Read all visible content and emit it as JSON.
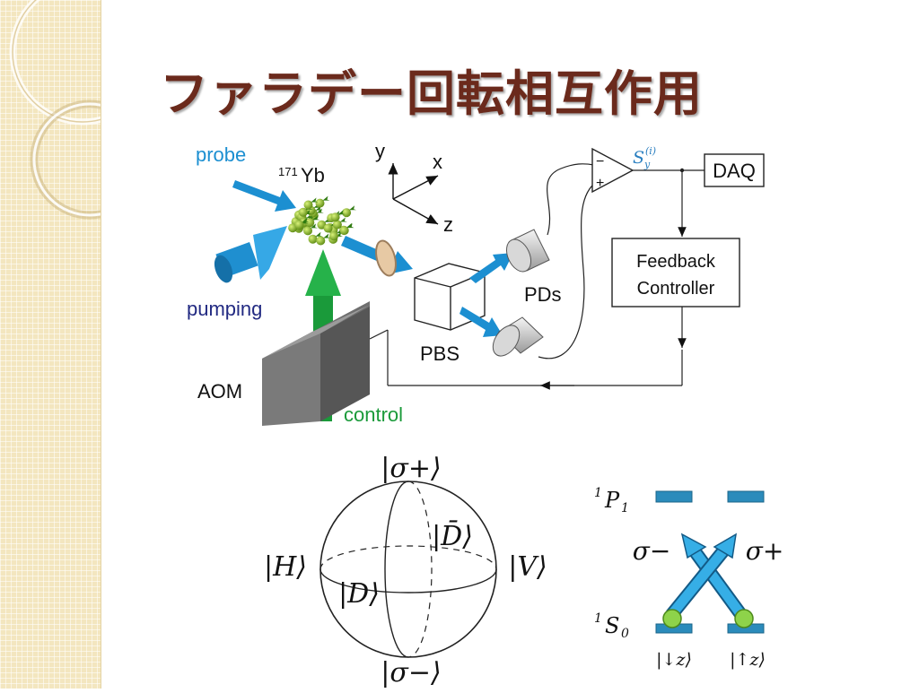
{
  "slide": {
    "title": "ファラデー回転相互作用"
  },
  "setup": {
    "probe": "probe",
    "atoms": "171Yb",
    "atoms_mass": "171",
    "atoms_symbol": "Yb",
    "pumping": "pumping",
    "aom": "AOM",
    "control": "control",
    "pbs": "PBS",
    "pds": "PDs",
    "daq": "DAQ",
    "feedback_line1": "Feedback",
    "feedback_line2": "Controller",
    "axis_y": "y",
    "axis_x": "x",
    "axis_z": "z",
    "amp_minus": "−",
    "amp_plus": "+",
    "signal_base": "S",
    "signal_sup": "(i)",
    "signal_sub": "y",
    "colors": {
      "probe": "#1c8fd1",
      "pumping": "#222a82",
      "control": "#1a9a3a",
      "signal": "#2a7fc0"
    }
  },
  "poincare": {
    "top": "|σ+⟩",
    "bottom": "|σ−⟩",
    "left": "|H⟩",
    "right": "|V⟩",
    "front": "|D⟩",
    "back": "|D̄⟩"
  },
  "levels": {
    "excited_sup": "1",
    "excited_base": "P",
    "excited_sub": "1",
    "ground_sup": "1",
    "ground_base": "S",
    "ground_sub": "0",
    "sigma_minus": "σ−",
    "sigma_plus": "σ+",
    "spin_down": "|↓z⟩",
    "spin_up": "|↑z⟩"
  }
}
